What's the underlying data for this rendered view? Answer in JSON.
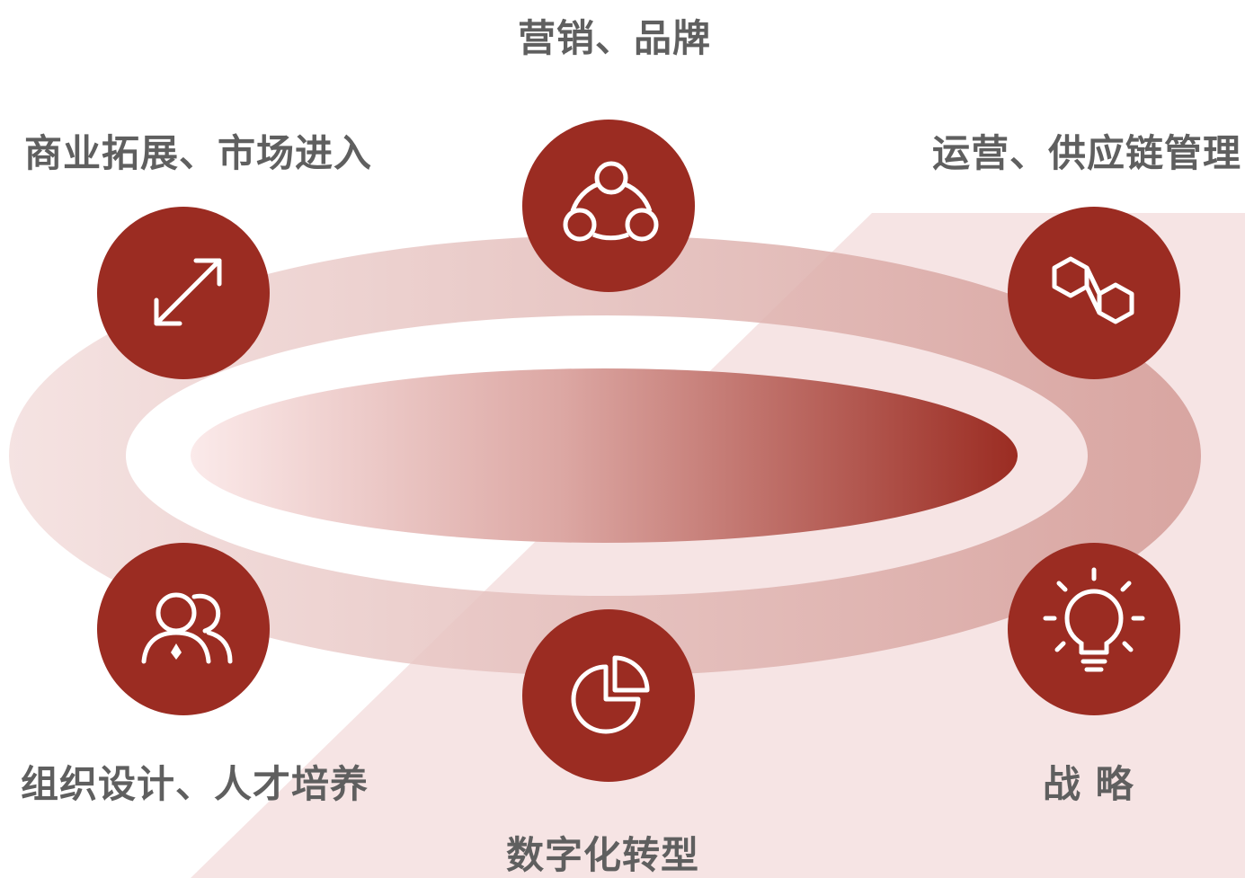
{
  "nodes": [
    {
      "id": "marketing",
      "label": "营销、品牌",
      "icon": "network-triangle-icon"
    },
    {
      "id": "business-expansion",
      "label": "商业拓展、市场进入",
      "icon": "expand-arrows-icon"
    },
    {
      "id": "operations",
      "label": "运营、供应链管理",
      "icon": "linked-hexagons-icon"
    },
    {
      "id": "organization",
      "label": "组织设计、人才培养",
      "icon": "people-icon"
    },
    {
      "id": "strategy",
      "label": "战 略",
      "icon": "lightbulb-icon"
    },
    {
      "id": "digital",
      "label": "数字化转型",
      "icon": "pie-chart-icon"
    }
  ],
  "colors": {
    "node_fill": "#9b2c22",
    "label_text": "#5f5f5f",
    "ring": "#e0b4b0",
    "inner_gradient_start": "#fbeaea",
    "inner_gradient_end": "#9b2c22",
    "diagonal_band": "#f6e4e4"
  }
}
